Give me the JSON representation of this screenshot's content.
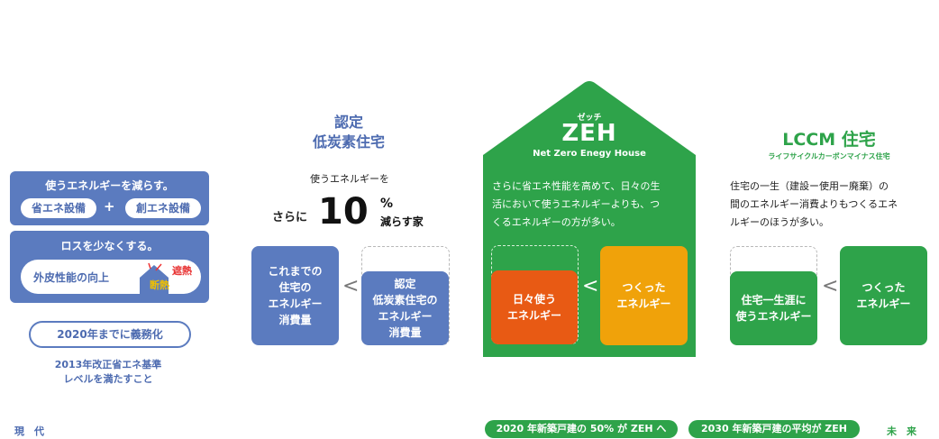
{
  "left": {
    "panel1_title": "使うエネルギーを減らす。",
    "pill_a": "省エネ設備",
    "plus": "+",
    "pill_b": "創エネ設備",
    "panel2_title": "ロスを少なくする。",
    "pill_c": "外皮性能の向上",
    "shade_label": "遮熱",
    "insul_label": "断熱",
    "deadline": "2020年までに義務化",
    "note_line1": "2013年改正省エネ基準",
    "note_line2": "レベルを満たすこと"
  },
  "lowcarbon": {
    "title_line1": "認定",
    "title_line2": "低炭素住宅",
    "sub1": "使うエネルギーを",
    "sub_prefix": "さらに",
    "big_number": "10",
    "percent": "%",
    "sub_suffix": "減らす家",
    "box_left": "これまでの\n住宅の\nエネルギー\n消費量",
    "box_right": "認定\n低炭素住宅の\nエネルギー\n消費量"
  },
  "zeh": {
    "ruby": "ゼッチ",
    "title": "ZEH",
    "subtitle": "Net Zero Enegy House",
    "desc_line1": "さらに省エネ性能を高めて、日々の生",
    "desc_line2": "活において使うエネルギーよりも、つ",
    "desc_line3": "くるエネルギーの方が多い。",
    "box_left": "日々使う\nエネルギー",
    "box_right": "つくった\nエネルギー"
  },
  "lccm": {
    "title": "LCCM 住宅",
    "subtitle": "ライフサイクルカーボンマイナス住宅",
    "desc_line1": "住宅の一生（建設ー使用ー廃棄）の",
    "desc_line2": "間のエネルギー消費よりもつくるエネ",
    "desc_line3": "ルギーのほうが多い。",
    "box_left": "住宅一生涯に\n使うエネルギー",
    "box_right": "つくった\nエネルギー"
  },
  "timeline": {
    "now": "現　代",
    "future": "未　来",
    "milestone1": "2020 年新築戸建の 50% が ZEH へ",
    "milestone2": "2030 年新築戸建の平均が ZEH"
  },
  "colors": {
    "blue": "#5b7bbf",
    "green": "#2ea34a",
    "orange_red": "#e85a14",
    "amber": "#f0a20a"
  }
}
